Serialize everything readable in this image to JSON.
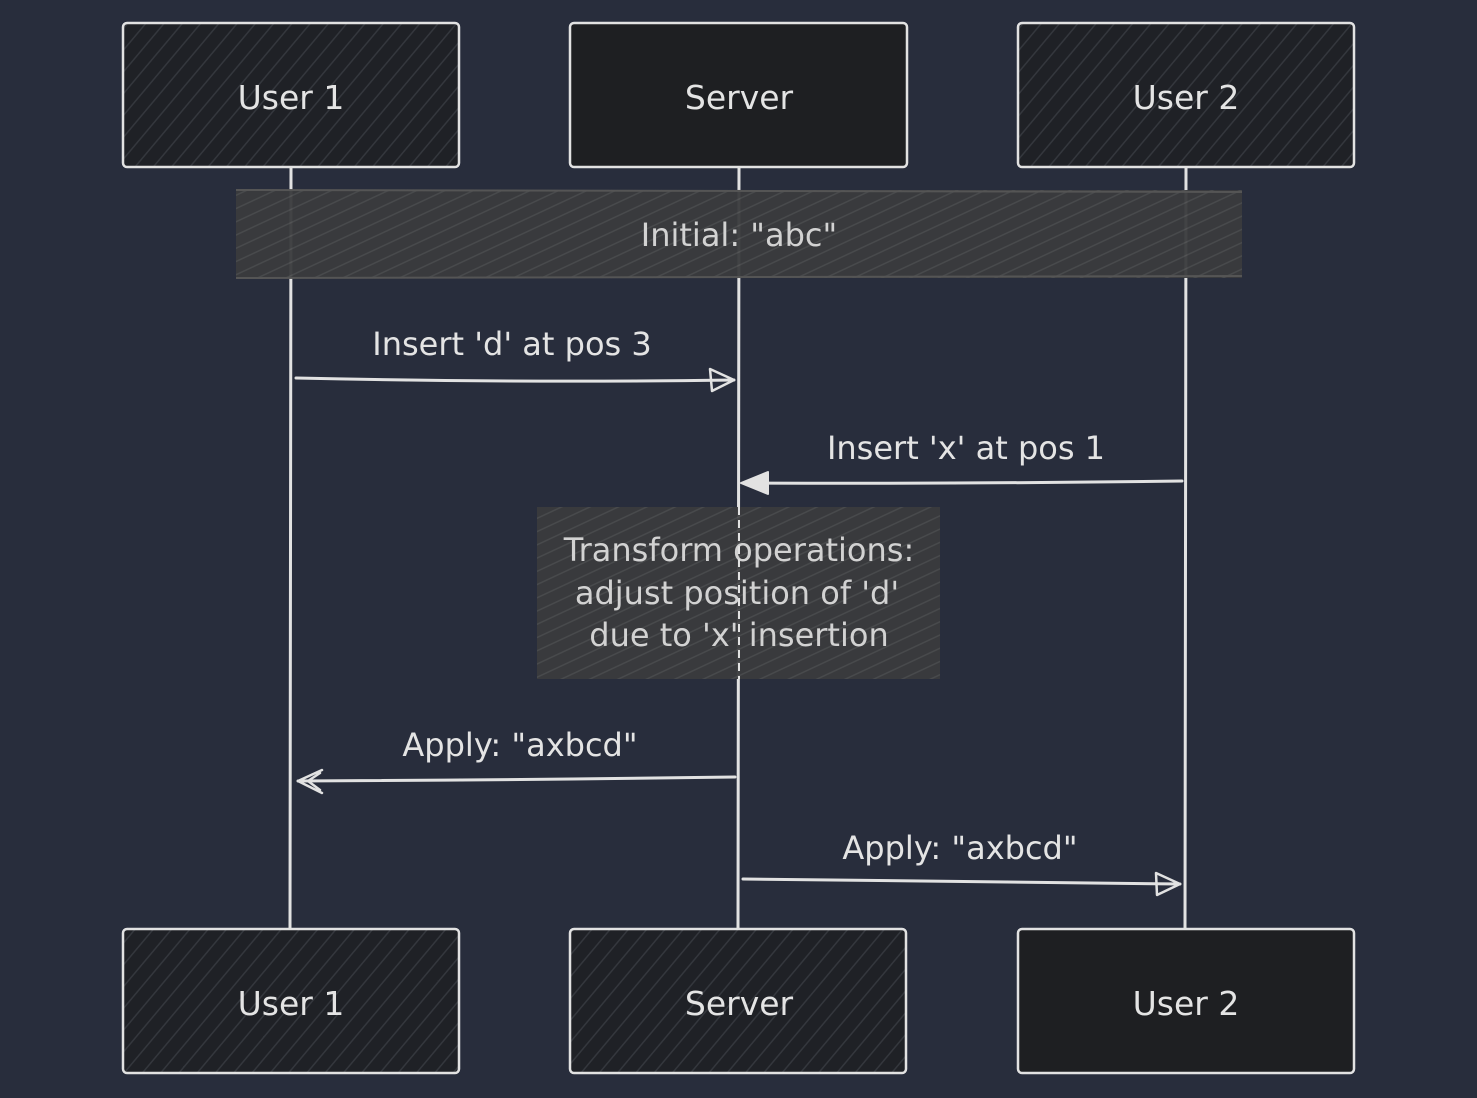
{
  "diagram": {
    "type": "sequence",
    "participants": [
      {
        "name": "User 1"
      },
      {
        "name": "Server"
      },
      {
        "name": "User 2"
      }
    ],
    "notes": {
      "initial": "Initial: \"abc\"",
      "transform": [
        "Transform operations:",
        "adjust position of 'd'",
        "due to 'x' insertion"
      ]
    },
    "messages": [
      {
        "from": "User 1",
        "to": "Server",
        "label": "Insert 'd' at pos 3"
      },
      {
        "from": "User 2",
        "to": "Server",
        "label": "Insert 'x' at pos 1"
      },
      {
        "from": "Server",
        "to": "User 1",
        "label": "Apply: \"axbcd\""
      },
      {
        "from": "Server",
        "to": "User 2",
        "label": "Apply: \"axbcd\""
      }
    ],
    "colors": {
      "background": "#282d3c",
      "line": "#e2e2e2",
      "box_fill": "#1e1f22",
      "note_fill": "#3d3e40",
      "text": "#e4e4e4"
    }
  }
}
